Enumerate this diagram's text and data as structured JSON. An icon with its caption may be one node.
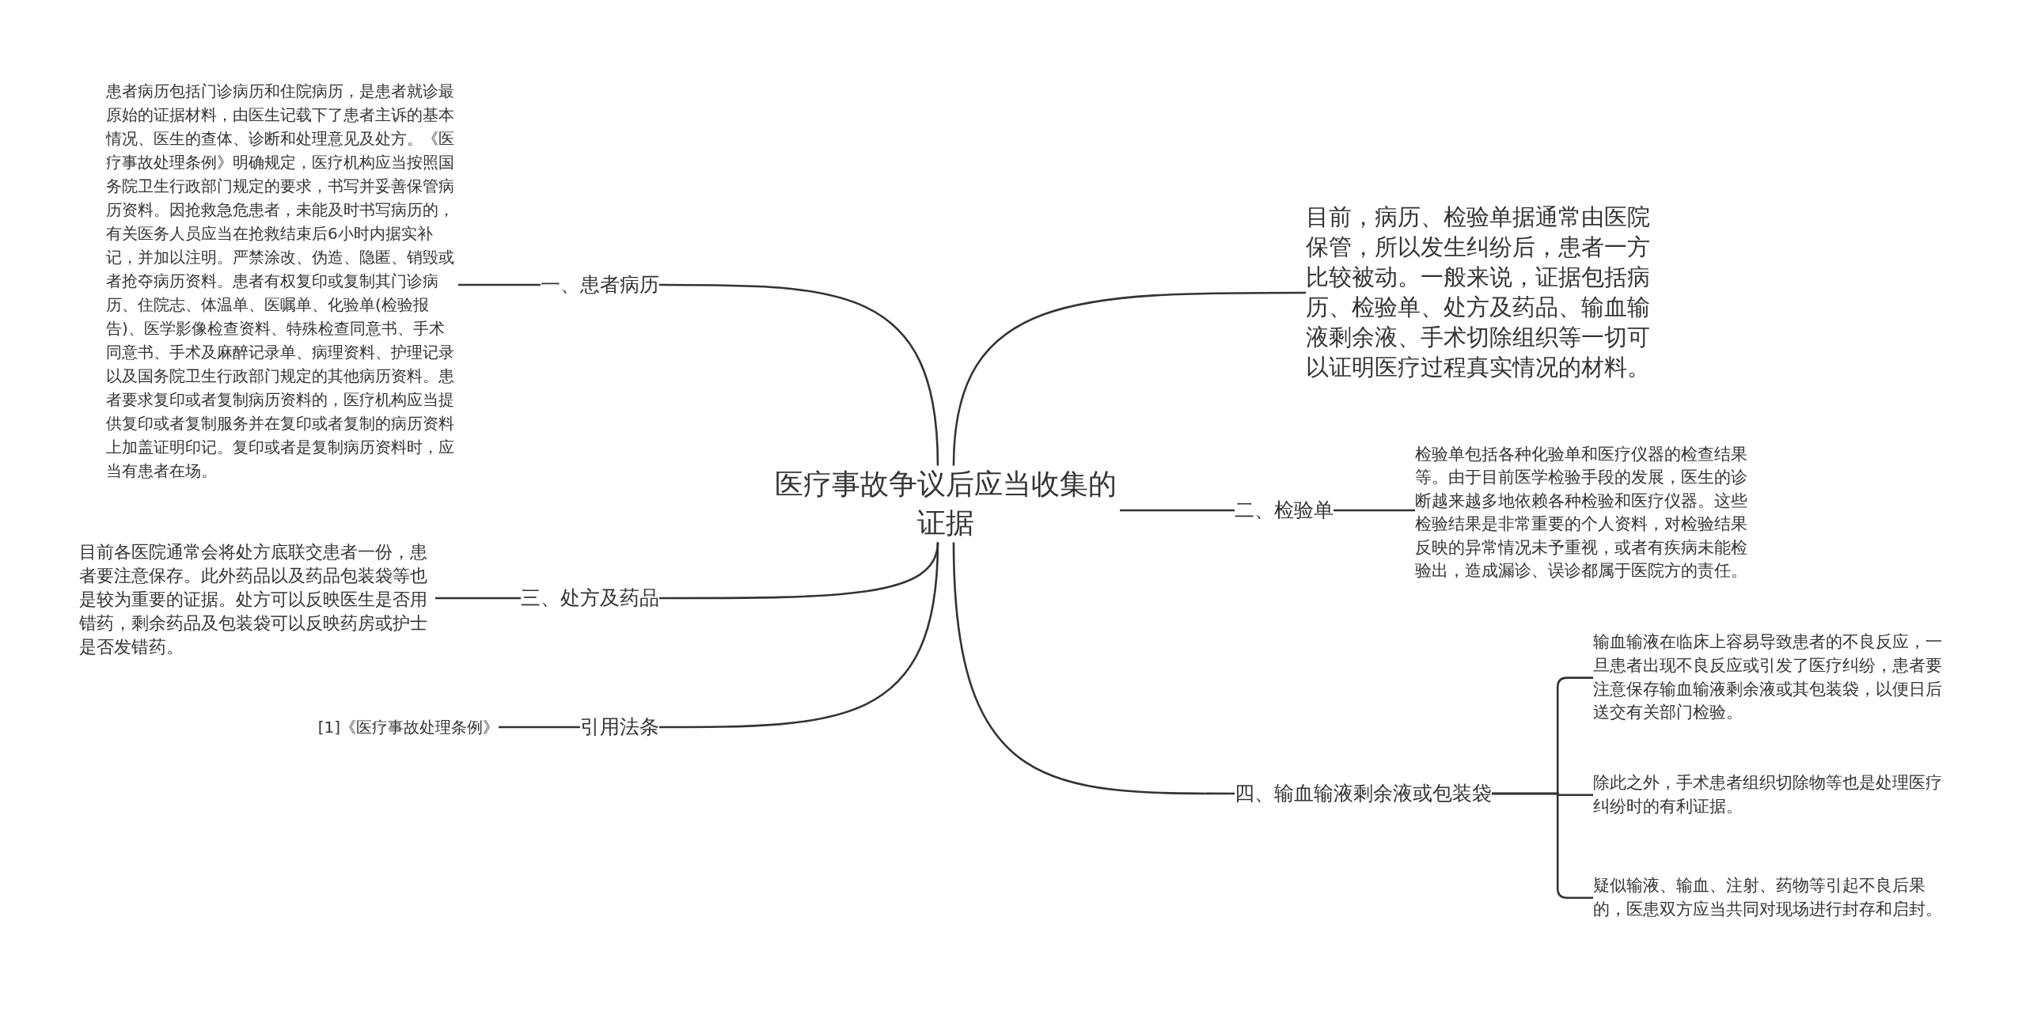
{
  "diagram": {
    "nodes": [
      {
        "text": [
          "医疗事故争议后应当收集的证据"
        ]
      },
      {
        "text": [
          "一、患者病历"
        ]
      },
      {
        "text": [
          "患者病历包括门诊病历和住院病历，是患者就诊最原始的证据材料，由医生记载下了患者主诉的基本情况、医生的查体、诊断和处理意见及处方。《医疗事故处理条例》明确规定，医疗机构应当按照国务院卫生行政部门规定的要求，书写并妥善保管病历资料。因抢救急危患者，未能及时书写病历的，有关医务人员应当在抢救结束后6小时内据实补记，并加以注明。严禁涂改、伪造、隐匿、销毁或者抢夺病历资料。患者有权复印或复制其门诊病历、住院志、体温单、医嘱单、化验单(检验报告)、医学影像检查资料、特殊检查同意书、手术同意书、手术及麻醉记录单、病理资料、护理记录以及国务院卫生行政部门规定的其他病历资料。患者要求复印或者复制病历资料的，医疗机构应当提供复印或者复制服务并在复印或者复制的病历资料上加盖证明印记。复印或者是复制病历资料时，应当有患者在场。"
        ]
      },
      {
        "text": [
          "三、处方及药品"
        ]
      },
      {
        "text": [
          "目前各医院通常会将处方底联交患者一份，患者要注意保存。此外药品以及药品包装袋等也是较为重要的证据。处方可以反映医生是否用错药，剩余药品及包装袋可以反映药房或护士是否发错药。"
        ]
      },
      {
        "text": [
          "引用法条"
        ]
      },
      {
        "text": [
          "[1]《医疗事故处理条例》"
        ]
      },
      {
        "text": [
          "目前，病历、检验单据通常由医院保管，所以发生纠纷后，患者一方比较被动。一般来说，证据包括病历、检验单、处方及药品、输血输液剩余液、手术切除组织等一切可以证明医疗过程真实情况的材料。"
        ]
      },
      {
        "text": [
          "二、检验单"
        ]
      },
      {
        "text": [
          "检验单包括各种化验单和医疗仪器的检查结果等。由于目前医学检验手段的发展，医生的诊断越来越多地依赖各种检验和医疗仪器。这些检验结果是非常重要的个人资料，对检验结果反映的异常情况未予重视，或者有疾病未能检验出，造成漏诊、误诊都属于医院方的责任。"
        ]
      },
      {
        "text": [
          "四、输血输液剩余液或包装袋"
        ]
      },
      {
        "text": [
          "输血输液在临床上容易导致患者的不良反应，一旦患者出现不良反应或引发了医疗纠纷，患者要注意保存输血输液剩余液或其包装袋，以便日后送交有关部门检验。"
        ]
      },
      {
        "text": [
          "除此之外，手术患者组织切除物等也是处理医疗纠纷时的有利证据。"
        ]
      },
      {
        "text": [
          "疑似输液、输血、注射、药物等引起不良后果的，医患双方应当共同对现场进行封存和启封。"
        ]
      }
    ],
    "edges": [
      {
        "from": 0,
        "to": 1,
        "arrow": "none"
      },
      {
        "from": 1,
        "to": 2,
        "arrow": "none"
      },
      {
        "from": 0,
        "to": 3,
        "arrow": "none"
      },
      {
        "from": 3,
        "to": 4,
        "arrow": "none"
      },
      {
        "from": 0,
        "to": 5,
        "arrow": "none"
      },
      {
        "from": 5,
        "to": 6,
        "arrow": "none"
      },
      {
        "from": 0,
        "to": 7,
        "arrow": "none"
      },
      {
        "from": 0,
        "to": 8,
        "arrow": "none"
      },
      {
        "from": 8,
        "to": 9,
        "arrow": "none"
      },
      {
        "from": 0,
        "to": 10,
        "arrow": "none"
      },
      {
        "from": 10,
        "to": 11,
        "arrow": "none"
      },
      {
        "from": 10,
        "to": 12,
        "arrow": "none"
      },
      {
        "from": 10,
        "to": 13,
        "arrow": "none"
      }
    ]
  }
}
